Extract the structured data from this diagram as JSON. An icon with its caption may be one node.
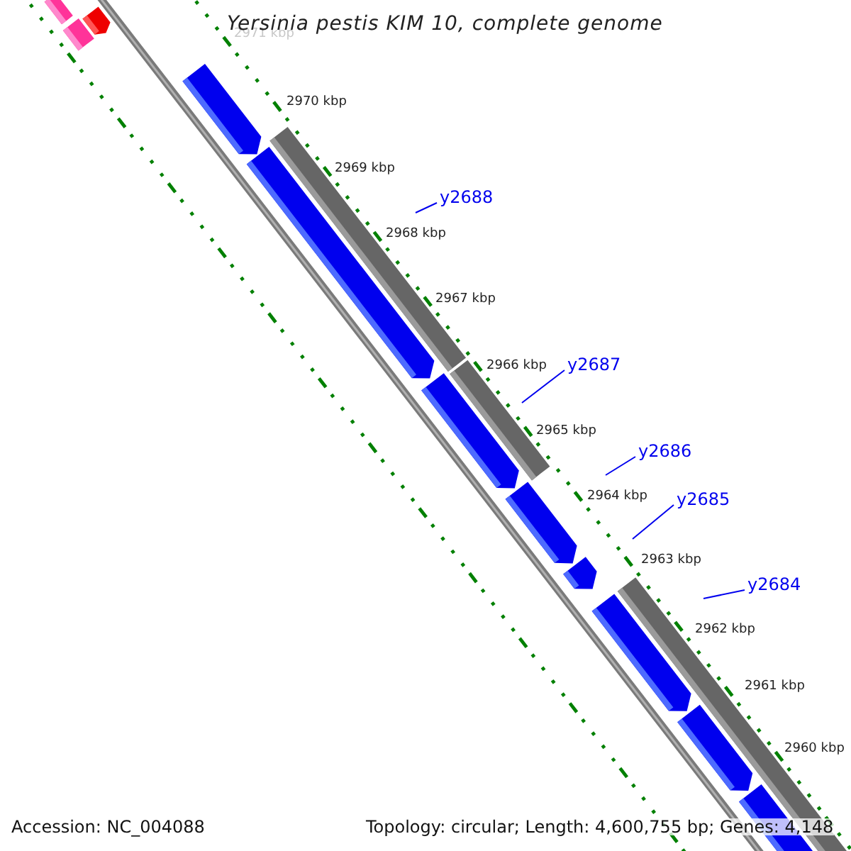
{
  "diagram": {
    "title": "Yersinia pestis KIM 10, complete genome",
    "nodes": [
      {
        "text": [
          "y2688"
        ]
      },
      {
        "text": [
          "y2687"
        ]
      },
      {
        "text": [
          "y2686"
        ]
      },
      {
        "text": [
          "y2685"
        ]
      },
      {
        "text": [
          "y2684"
        ]
      }
    ],
    "edges": [
      {
        "from": 0,
        "to": null,
        "arrow": "none"
      },
      {
        "from": 1,
        "to": null,
        "arrow": "none"
      },
      {
        "from": 2,
        "to": null,
        "arrow": "none"
      },
      {
        "from": 3,
        "to": null,
        "arrow": "none"
      },
      {
        "from": 4,
        "to": null,
        "arrow": "none"
      }
    ],
    "labels": [
      "2971 kbp",
      "2970 kbp",
      "2969 kbp",
      "2968 kbp",
      "2967 kbp",
      "2966 kbp",
      "2965 kbp",
      "2964 kbp",
      "2963 kbp",
      "2962 kbp",
      "2961 kbp",
      "2960 kbp",
      "Accession: NC_004088",
      "Topology: circular; Length: 4,600,755 bp; Genes: 4,148"
    ]
  }
}
